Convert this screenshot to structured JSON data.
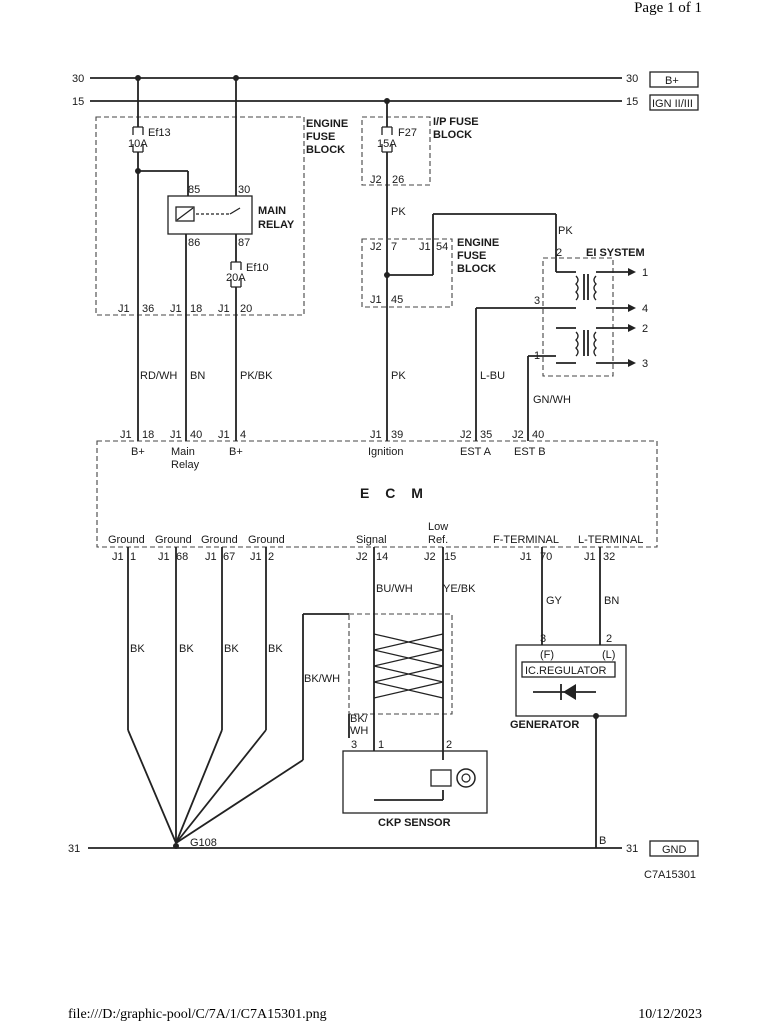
{
  "page": {
    "header": "Page 1 of 1",
    "footer_path": "file:///D:/graphic-pool/C/7A/1/C7A15301.png",
    "footer_date": "10/12/2023"
  },
  "diagram": {
    "code": "C7A15301",
    "rails": {
      "r30": "30",
      "r15": "15",
      "r31": "31",
      "b_plus": "B+",
      "ign": "IGN II/III",
      "gnd": "GND"
    },
    "engine_fuse_block_1": {
      "title1": "ENGINE",
      "title2": "FUSE",
      "title3": "BLOCK",
      "fuse1_name": "Ef13",
      "fuse1_rating": "10A",
      "fuse2_name": "Ef10",
      "fuse2_rating": "20A",
      "relay1": "MAIN",
      "relay2": "RELAY",
      "p85": "85",
      "p30": "30",
      "p86": "86",
      "p87": "87",
      "c1": "J1",
      "c1p": "36",
      "c2": "J1",
      "c2p": "18",
      "c3": "J1",
      "c3p": "20"
    },
    "ip_fuse_block": {
      "title1": "I/P FUSE",
      "title2": "BLOCK",
      "fuse_name": "F27",
      "fuse_rating": "15A",
      "conn": "J2",
      "pin": "26"
    },
    "engine_fuse_block_2": {
      "title1": "ENGINE",
      "title2": "FUSE",
      "title3": "BLOCK",
      "c_a": "J2",
      "c_a_pin": "7",
      "c_b": "J1",
      "c_b_pin": "54",
      "c_c": "J1",
      "c_c_pin": "45"
    },
    "ei_system": {
      "title": "EI SYSTEM",
      "pin2": "2",
      "pin3": "3",
      "pin1": "1",
      "out1": "1",
      "out4": "4",
      "out2": "2",
      "out3": "3"
    },
    "wires": {
      "rdwh": "RD/WH",
      "bn1": "BN",
      "pkbk": "PK/BK",
      "pk1": "PK",
      "pk2": "PK",
      "pk3": "PK",
      "lbu": "L-BU",
      "gnwh": "GN/WH",
      "bk1": "BK",
      "bk2": "BK",
      "bk3": "BK",
      "bk4": "BK",
      "bkwh": "BK/WH",
      "buwh": "BU/WH",
      "yebk": "YE/BK",
      "gy": "GY",
      "bn2": "BN",
      "bkwh2a": "BK/",
      "bkwh2b": "WH"
    },
    "ecm": {
      "title": "E C M",
      "top_pins": [
        {
          "conn": "J1",
          "pin": "18",
          "label": "B+",
          "label2": ""
        },
        {
          "conn": "J1",
          "pin": "40",
          "label": "Main",
          "label2": "Relay"
        },
        {
          "conn": "J1",
          "pin": "4",
          "label": "B+",
          "label2": ""
        },
        {
          "conn": "J1",
          "pin": "39",
          "label": "Ignition",
          "label2": ""
        },
        {
          "conn": "J2",
          "pin": "35",
          "label": "EST A",
          "label2": ""
        },
        {
          "conn": "J2",
          "pin": "40",
          "label": "EST B",
          "label2": ""
        }
      ],
      "bottom_pins": [
        {
          "conn": "J1",
          "pin": "1",
          "label": "Ground"
        },
        {
          "conn": "J1",
          "pin": "68",
          "label": "Ground"
        },
        {
          "conn": "J1",
          "pin": "67",
          "label": "Ground"
        },
        {
          "conn": "J1",
          "pin": "2",
          "label": "Ground"
        },
        {
          "conn": "J2",
          "pin": "14",
          "label": "Signal"
        },
        {
          "conn": "J2",
          "pin": "15",
          "label": "Low Ref."
        },
        {
          "conn": "J1",
          "pin": "70",
          "label": "F-TERMINAL"
        },
        {
          "conn": "J1",
          "pin": "32",
          "label": "L-TERMINAL"
        }
      ],
      "low_ref_1": "Low",
      "low_ref_2": "Ref."
    },
    "ckp": {
      "title": "CKP SENSOR",
      "pin3": "3",
      "pin1": "1",
      "pin2": "2"
    },
    "generator": {
      "title": "GENERATOR",
      "regulator": "IC.REGULATOR",
      "pin3": "3",
      "pin2": "2",
      "f": "(F)",
      "l": "(L)",
      "b": "B"
    },
    "ground": {
      "name": "G108"
    }
  }
}
